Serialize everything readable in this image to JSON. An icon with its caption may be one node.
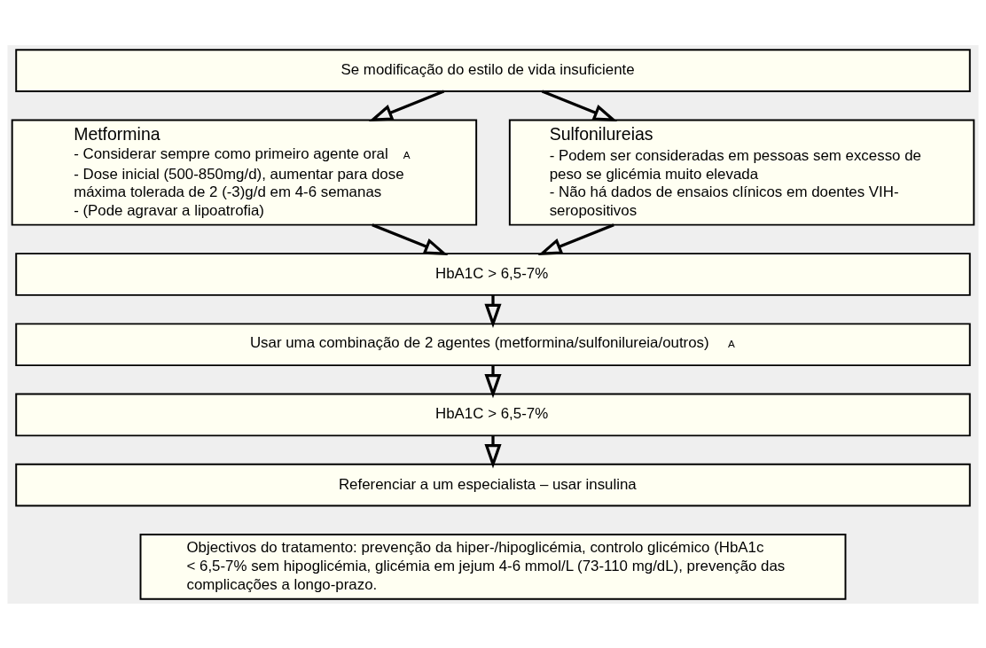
{
  "diagram": {
    "nodes": [
      {
        "text": [
          "Se modificação do estilo de vida insuficiente"
        ]
      },
      {
        "text": [
          "Metformina",
          "- Considerar sempre como primeiro agente oral $^{A}$",
          "- Dose inicial (500-850mg/d), aumentar para dose máxima tolerada de 2 (-3)g/d em 4-6 semanas",
          "- (Pode agravar a lipoatrofia)"
        ]
      },
      {
        "text": [
          "Sulfonilureias",
          "- Podem ser consideradas em pessoas sem excesso de peso se glicémia muito elevada",
          "- Não há dados de ensaios clínicos em doentes VIH-seropositivos"
        ]
      },
      {
        "text": [
          "HbA1C > 6,5-7%"
        ]
      },
      {
        "text": [
          "Usar uma combinação de 2 agentes (metformina/sulfonilureia/outros) $^{A}$"
        ]
      },
      {
        "text": [
          "HbA1C > 6,5-7%"
        ]
      },
      {
        "text": [
          "Referenciar a um especialista – usar insulina"
        ]
      },
      {
        "text": [
          "Objectivos do tratamento: prevenção da hiper-/hipoglicémia, controlo glicémico (HbA1c < 6,5-7% sem hipoglicémia, glicémia em jejum 4-6 mmol/L (73-110 mg/dL), prevenção das complicações a longo-prazo."
        ]
      }
    ],
    "edges": [
      {
        "from": 0,
        "to": 1,
        "arrow": "to"
      },
      {
        "from": 0,
        "to": 2,
        "arrow": "to"
      },
      {
        "from": 1,
        "to": 3,
        "arrow": "to"
      },
      {
        "from": 2,
        "to": 3,
        "arrow": "to"
      },
      {
        "from": 3,
        "to": 4,
        "arrow": "to"
      },
      {
        "from": 4,
        "to": 5,
        "arrow": "to"
      },
      {
        "from": 5,
        "to": 6,
        "arrow": "to"
      }
    ]
  }
}
